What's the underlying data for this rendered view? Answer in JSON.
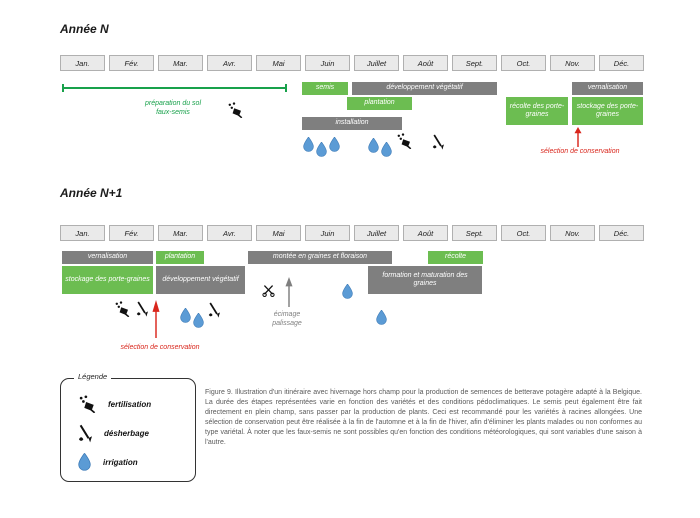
{
  "colors": {
    "bar_green": "#6cbd51",
    "bar_gray": "#7f7f7f",
    "line_green": "#18a14b",
    "annotation_red": "#d9261c",
    "drop_blue": "#5b9bd5",
    "month_box_bg": "#eaeaea"
  },
  "months": [
    "Jan.",
    "Fév.",
    "Mar.",
    "Avr.",
    "Mai",
    "Juin",
    "Juillet",
    "Août",
    "Sept.",
    "Oct.",
    "Nov.",
    "Déc."
  ],
  "year_n": {
    "title": "Année N",
    "prep_line1": "préparation du sol",
    "prep_line2": "faux-semis",
    "bars": {
      "semis": "semis",
      "dev_vegetatif": "développement végétatif",
      "vernalisation": "vernalisation",
      "plantation": "plantation",
      "recolte_porte_graines": "récolte des porte-graines",
      "stockage_porte_graines": "stockage des porte-graines",
      "installation": "installation"
    },
    "selection_label": "sélection de conservation"
  },
  "year_n1": {
    "title": "Année N+1",
    "bars": {
      "vernalisation": "vernalisation",
      "plantation": "plantation",
      "montee": "montée en graines et floraison",
      "recolte": "récolte",
      "stockage_porte_graines": "stockage des porte-graines",
      "dev_vegetatif": "développement végétatif",
      "formation": "formation et maturation des graines"
    },
    "selection_label": "sélection de conservation",
    "ecimage_line1": "écimage",
    "ecimage_line2": "palissage"
  },
  "legend": {
    "title": "Légende",
    "items": [
      {
        "icon": "fertilisation-icon",
        "label": "fertilisation"
      },
      {
        "icon": "desherbage-icon",
        "label": "désherbage"
      },
      {
        "icon": "irrigation-icon",
        "label": "irrigation"
      }
    ]
  },
  "caption": "Figure 9. Illustration d'un itinéraire avec hivernage hors champ pour la production de semences de betterave potagère adapté à la Belgique. La durée des étapes représentées varie en fonction des variétés et des conditions pédoclimatiques. Le semis peut également être fait directement en plein champ, sans passer par la production de plants. Ceci est recommandé pour les variétés à racines allongées. Une sélection de conservation peut être réalisée à la fin de l'automne et à la fin de l'hiver, afin d'éliminer les plants malades ou non conformes au type variétal. À noter que les faux-semis ne sont possibles qu'en fonction des conditions météorologiques, qui sont variables d'une saison à l'autre."
}
